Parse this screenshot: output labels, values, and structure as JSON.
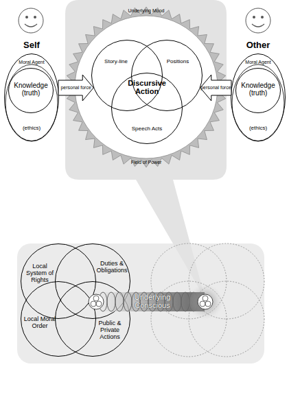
{
  "diagram": {
    "nodes": [
      {
        "text": [
          "Self",
          "Moral Agent",
          "(ethics)"
        ]
      },
      {
        "text": [
          "Knowledge (truth)"
        ],
        "in": 0
      },
      {
        "text": [
          "Underlying Mood",
          "Field of Power"
        ]
      },
      {
        "text": [
          "Story-line"
        ],
        "in": 2
      },
      {
        "text": [
          "Positions"
        ],
        "in": 2
      },
      {
        "text": [
          "Speech Acts"
        ],
        "in": 2
      },
      {
        "text": [
          "Other",
          "Moral Agent",
          "(ethics)"
        ]
      },
      {
        "text": [
          "Knowledge (truth)"
        ],
        "in": 6
      },
      {
        "text": [
          "Local System of Rights"
        ]
      },
      {
        "text": [
          "Duties & Obligations"
        ]
      },
      {
        "text": [
          "Local Moral Order"
        ]
      },
      {
        "text": [
          "Public & Private Actions"
        ]
      }
    ],
    "edges": [
      {
        "from": 0,
        "to": 3,
        "arrow": "to",
        "label": "personal force"
      },
      {
        "from": 6,
        "to": 4,
        "arrow": "to",
        "label": "personal force"
      }
    ],
    "labels": [
      "Discursive Action",
      "Underlying Conscious"
    ]
  }
}
